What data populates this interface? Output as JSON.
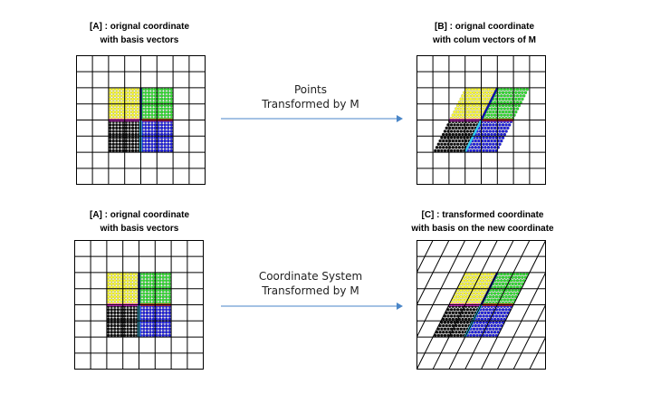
{
  "panels": {
    "top_left": {
      "caption_line1": "[A] : orignal coordinate",
      "caption_line2": "with basis vectors"
    },
    "top_right": {
      "caption_line1": "[B] : orignal coordinate",
      "caption_line2": "with colum vectors of M"
    },
    "bottom_left": {
      "caption_line1": "[A] : orignal coordinate",
      "caption_line2": "with basis vectors"
    },
    "bottom_right": {
      "caption_line1": "[C] : transformed coordinate",
      "caption_line2": "with basis on the new coordinate"
    }
  },
  "arrows": {
    "top": {
      "line1": "Points",
      "line2": "Transformed by M"
    },
    "bottom": {
      "line1": "Coordinate System",
      "line2": "Transformed by M"
    }
  },
  "quadrant_colors": {
    "upper_left": "#ffff33",
    "upper_right": "#33dd33",
    "lower_left": "#111111",
    "lower_right": "#2222dd"
  },
  "basis_colors": {
    "horizontal_left": "#ff22ff",
    "horizontal_right": "#ee2222",
    "vertical_up": "#1111aa",
    "vertical_down": "#33ccee"
  },
  "arrow_color": "#4a86c8",
  "icons": {
    "arrow": "right-arrow-icon"
  }
}
